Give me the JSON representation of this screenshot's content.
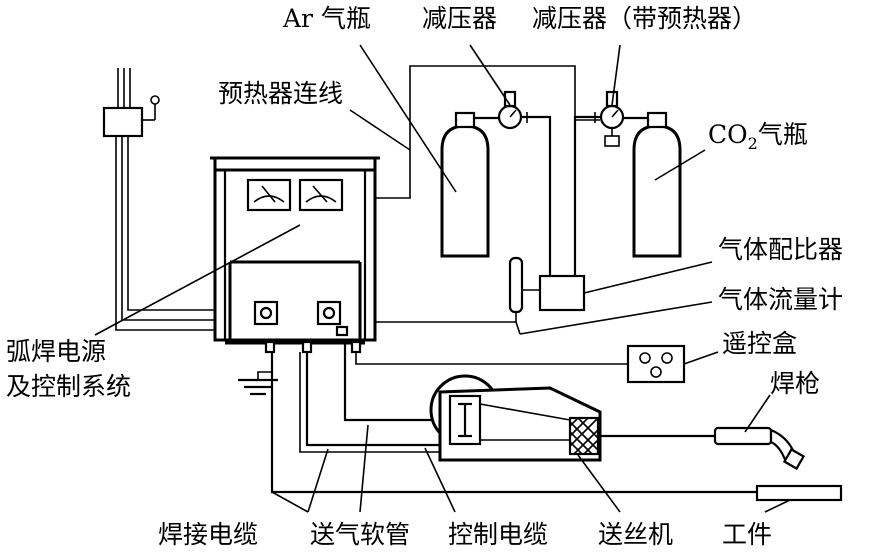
{
  "labels": {
    "ar_cylinder": "Ar 气瓶",
    "reducer": "减压器",
    "reducer_preheat": "减压器（带预热器）",
    "preheater_wire": "预热器连线",
    "co2_prefix": "CO",
    "co2_sub": "2",
    "co2_suffix": "气瓶",
    "gas_mixer": "气体配比器",
    "gas_flowmeter": "气体流量计",
    "remote_box": "遥控盒",
    "welding_gun": "焊枪",
    "power_source_line1": "弧焊电源",
    "power_source_line2": "及控制系统",
    "welding_cable": "焊接电缆",
    "gas_hose": "送气软管",
    "control_cable": "控制电缆",
    "wire_feeder": "送丝机",
    "workpiece": "工件"
  }
}
